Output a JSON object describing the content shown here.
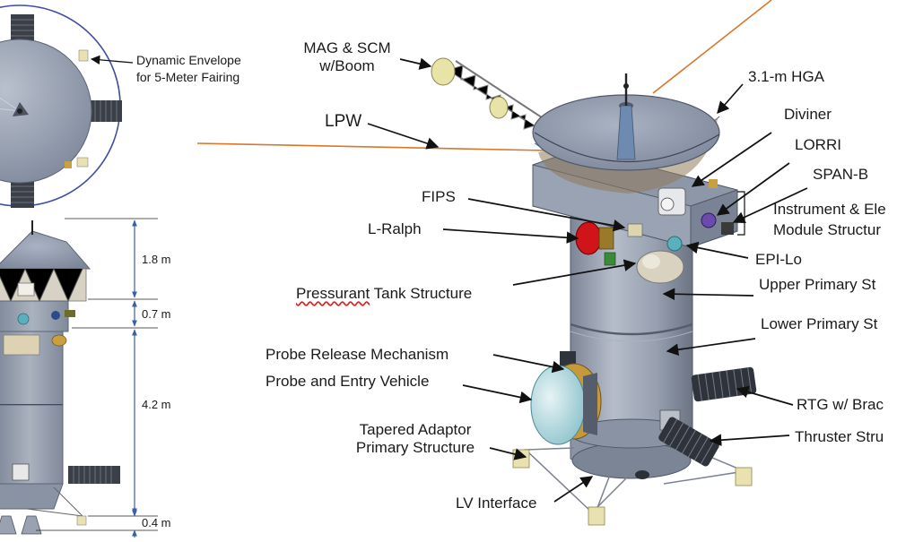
{
  "colors": {
    "body": "#9aa3b2",
    "body_dark": "#6f7888",
    "dish": "#8e98aa",
    "boom": "#d7772c",
    "envelope": "#3e4ea3",
    "dim_line": "#3a5fa8"
  },
  "top_view": {
    "envelope_label_1": "Dynamic Envelope",
    "envelope_label_2": "for 5-Meter Fairing"
  },
  "dimensions": {
    "d1": "1.8 m",
    "d2": "0.7 m",
    "d3": "4.2 m",
    "d4": "0.4 m"
  },
  "callouts": {
    "mag": "MAG & SCM",
    "mag2": "w/Boom",
    "lpw": "LPW",
    "hga": "3.1-m HGA",
    "diviner": "Diviner",
    "lorri": "LORRI",
    "spanb": "SPAN-B",
    "fips": "FIPS",
    "ralph": "L-Ralph",
    "iem1": "Instrument & Ele",
    "iem2": "Module Structur",
    "epilo": "EPI-Lo",
    "tank_a": "Pressurant",
    "tank_b": " Tank Structure",
    "upper": "Upper Primary St",
    "lower": "Lower Primary St",
    "release": "Probe Release Mechanism",
    "probe": "Probe and Entry Vehicle",
    "rtg": "RTG w/ Brac",
    "taper1": "Tapered Adaptor",
    "taper2": "Primary Structure",
    "thruster": "Thruster Stru",
    "lv": "LV Interface"
  }
}
